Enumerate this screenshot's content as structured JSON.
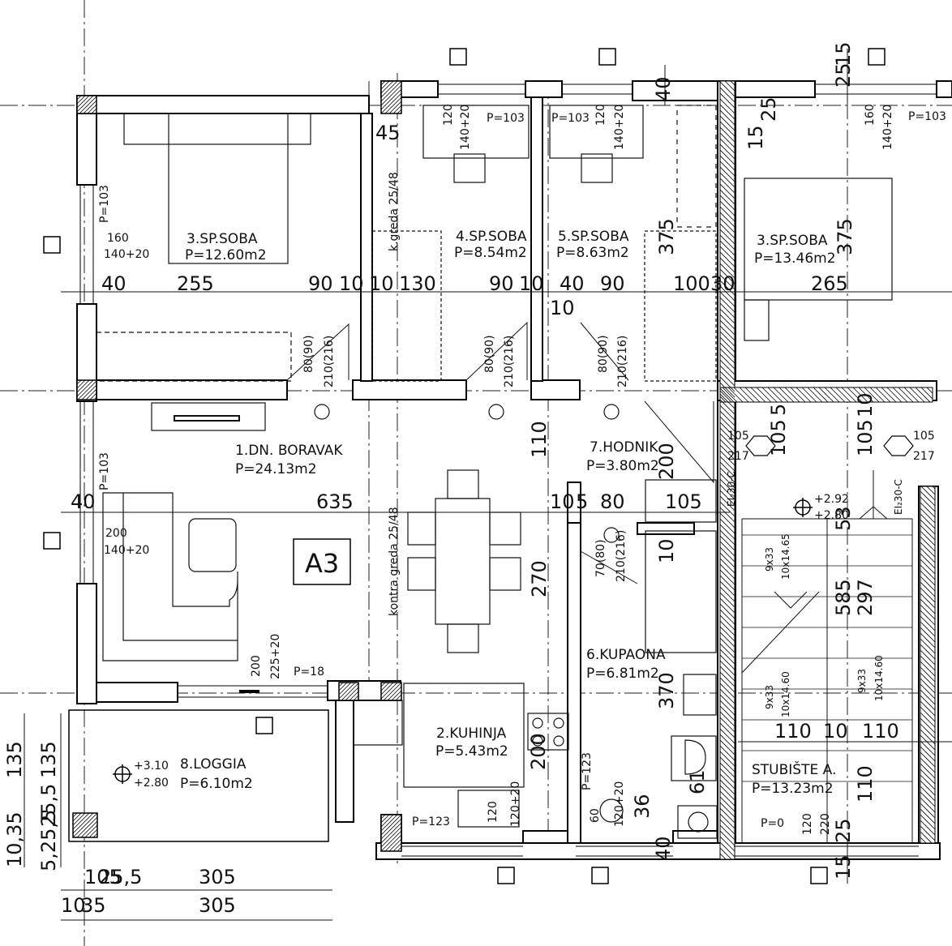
{
  "unit_label": "A3",
  "rooms": {
    "bedroom_nw": {
      "name": "3.SP.SOBA",
      "area": "P=12.60m2"
    },
    "bedroom_4": {
      "name": "4.SP.SOBA",
      "area": "P=8.54m2"
    },
    "bedroom_5": {
      "name": "5.SP.SOBA",
      "area": "P=8.63m2"
    },
    "bedroom_ne": {
      "name": "3.SP.SOBA",
      "area": "P=13.46m2"
    },
    "living": {
      "name": "1.DN. BORAVAK",
      "area": "P=24.13m2"
    },
    "hallway": {
      "name": "7.HODNIK",
      "area": "P=3.80m2"
    },
    "bathroom": {
      "name": "6.KUPAONA",
      "area": "P=6.81m2"
    },
    "kitchen": {
      "name": "2.KUHINJA",
      "area": "P=5.43m2"
    },
    "loggia": {
      "name": "8.LOGGIA",
      "area": "P=6.10m2"
    },
    "staircase": {
      "name": "STUBIŠTE A.",
      "area": "P=13.23m2"
    }
  },
  "dimensions": {
    "d_40a": "40",
    "d_255": "255",
    "d_90a": "90",
    "d_10a": "10",
    "d_10b": "10",
    "d_130": "130",
    "d_90b": "90",
    "d_10c": "10",
    "d_40b": "40",
    "d_90c": "90",
    "d_100": "100",
    "d_30": "30",
    "d_265": "265",
    "d_10d": "10",
    "d_45": "45",
    "d_375a": "375",
    "d_375b": "375",
    "d_40c": "40",
    "d_635": "635",
    "d_10e": "10",
    "d_5": "5",
    "d_80": "80",
    "d_105a": "105",
    "d_110a": "110",
    "d_200a": "200",
    "d_270": "270",
    "d_370": "370",
    "d_10f": "10",
    "d_105b": "105",
    "d_105c": "105",
    "d_10g": "10",
    "d_5b": "5",
    "d_53": "53",
    "d_585": "585",
    "d_297": "297",
    "d_110b": "110",
    "d_10h": "10",
    "d_110c": "110",
    "d_110d": "110",
    "d_200b": "200",
    "d_61": "61",
    "d_36": "36",
    "d_25a": "25",
    "d_15a": "15",
    "d_25b": "25",
    "d_15b": "15",
    "d_40d": "40",
    "d_40e": "40",
    "d_25c": "25",
    "d_15c": "15",
    "d_135a": "135",
    "d_135b": "135",
    "d_10_35": "10,35",
    "d_25_5": "25,5",
    "d_10_5": "10,5",
    "d_5_25_5": "5,25,5",
    "b_105": "105",
    "b_25_5": "25,5",
    "b_305a": "305",
    "b_10": "10",
    "b_35": "35",
    "b_305b": "305"
  },
  "openings": {
    "w1_p": "P=103",
    "w1_a": "160",
    "w1_b": "140+20",
    "w2_p": "P=103",
    "w2_a": "200",
    "w2_b": "140+20",
    "w3_a": "120",
    "w3_b": "140+20",
    "w3_p": "P=103",
    "w4_p": "P=103",
    "w4_a": "120",
    "w4_b": "140+20",
    "w5_a": "160",
    "w5_b": "140+20",
    "w5_p": "P=103",
    "w6_a": "200",
    "w6_b": "225+20",
    "w6_p": "P=18",
    "w7_a": "120",
    "w7_b": "120+20",
    "w7_p": "P=123",
    "w8_p": "P=123",
    "w8_a": "60",
    "w8_b": "120+20",
    "w9_p": "P=0",
    "w9_a": "120",
    "w9_b": "220",
    "dr1_a": "80(90)",
    "dr1_b": "210(216)",
    "dr2_a": "80(90)",
    "dr2_b": "210(216)",
    "dr3_a": "80(90)",
    "dr3_b": "210(216)",
    "dr4_a": "70(80)",
    "dr4_b": "210(216)",
    "dr5_a": "105",
    "dr5_b": "217",
    "dr6_a": "105",
    "dr6_b": "217",
    "fire1": "EI₂30-C",
    "fire2": "EI₂30-C"
  },
  "beams": {
    "b1": "k.greda 25/48",
    "b2": "kontra greda 25/48"
  },
  "stairs": {
    "s1a": "9x33",
    "s1b": "10x14.65",
    "s2a": "9x33",
    "s2b": "10x14.60",
    "s3a": "9x33",
    "s3b": "10x14.60"
  },
  "levels": {
    "stair_top": "+2.92",
    "stair_bot": "+2.80",
    "loggia_top": "+3.10",
    "loggia_bot": "+2.80"
  }
}
